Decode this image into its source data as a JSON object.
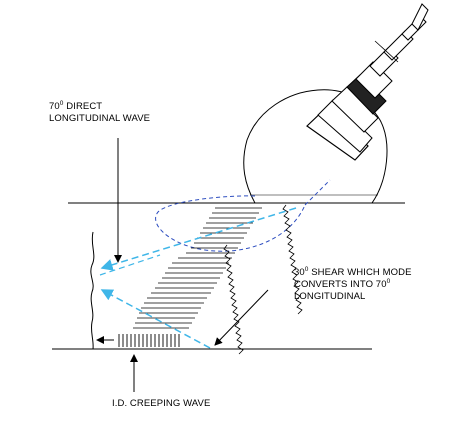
{
  "labels": {
    "direct_wave": {
      "deg": "70",
      "sup": "0",
      "line1_rest": " DIRECT",
      "line2": "LONGITUDINAL WAVE"
    },
    "shear_wave": {
      "deg1": "30",
      "sup1": "0",
      "line1_rest": " SHEAR WHICH MODE",
      "line2_pre": "CONVERTS INTO 70",
      "sup2": "0",
      "line3": "LONGITUDINAL"
    },
    "creeping_wave": "I.D. CREEPING WAVE"
  },
  "colors": {
    "ink": "#000000",
    "beam": "#3a7bd5",
    "beam_dash": "#2f4fc0"
  }
}
